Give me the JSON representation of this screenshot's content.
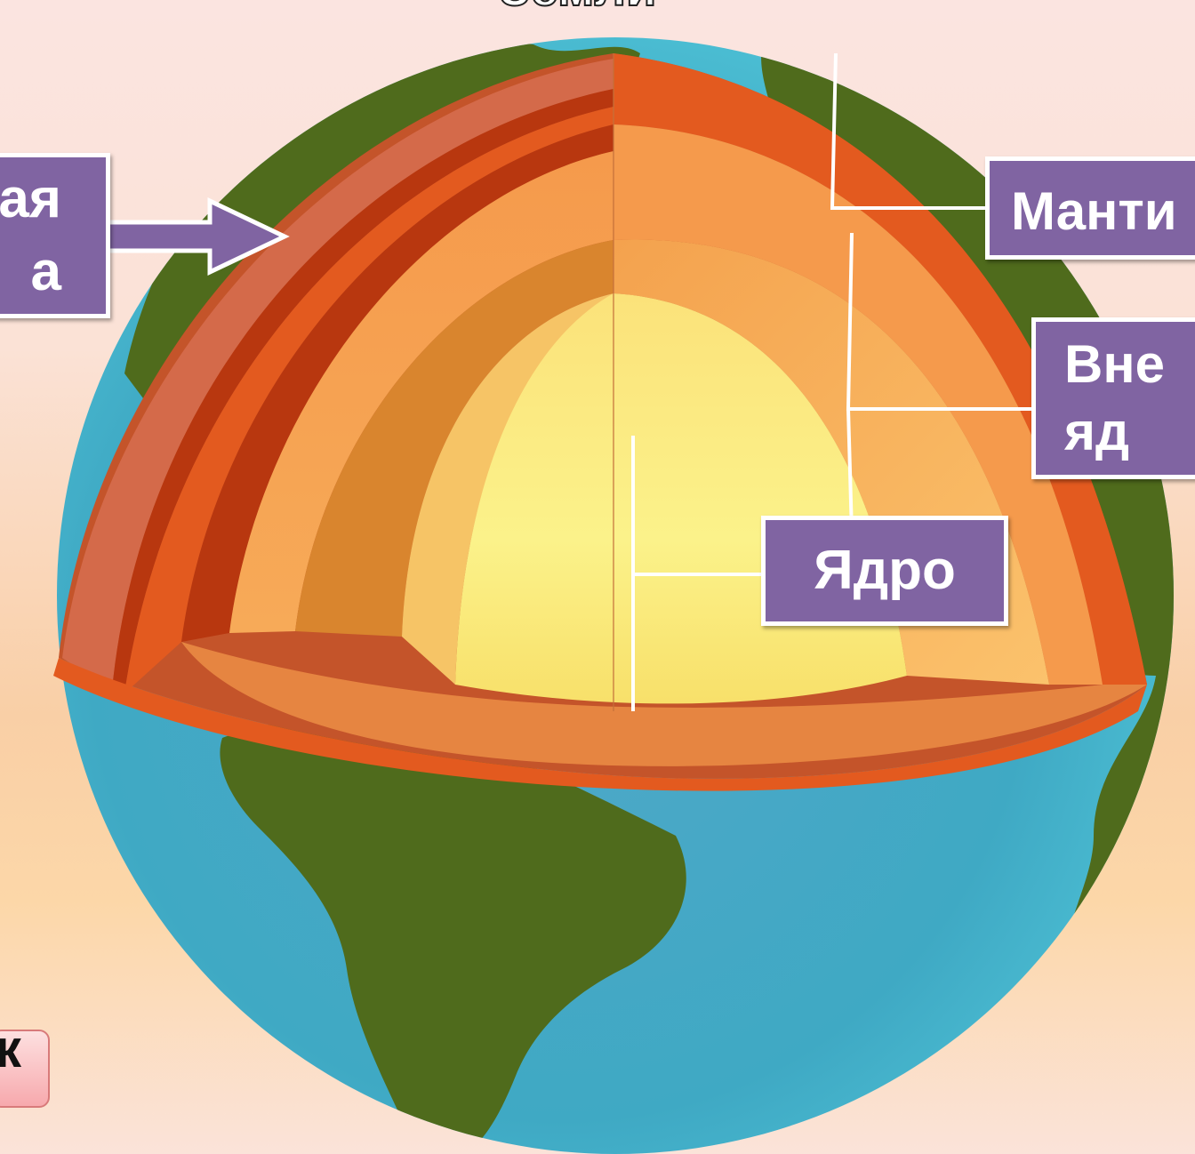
{
  "title_fragment": "Земли",
  "labels": {
    "crust": "ая\nа",
    "mantle": "Манти",
    "outer_core": "Вне\nяд",
    "inner_core": "Ядро",
    "bottom_partial": "к"
  },
  "colors": {
    "ocean": "#43b3c9",
    "land": "#4e6b1c",
    "label_bg": "#8064a2",
    "crust_layer": "#d46a4a",
    "upper_mantle": "#e35a1f",
    "lower_mantle": "#f59a4c",
    "outer_core": "#fbbd6a",
    "inner_core": "#faf28c"
  }
}
